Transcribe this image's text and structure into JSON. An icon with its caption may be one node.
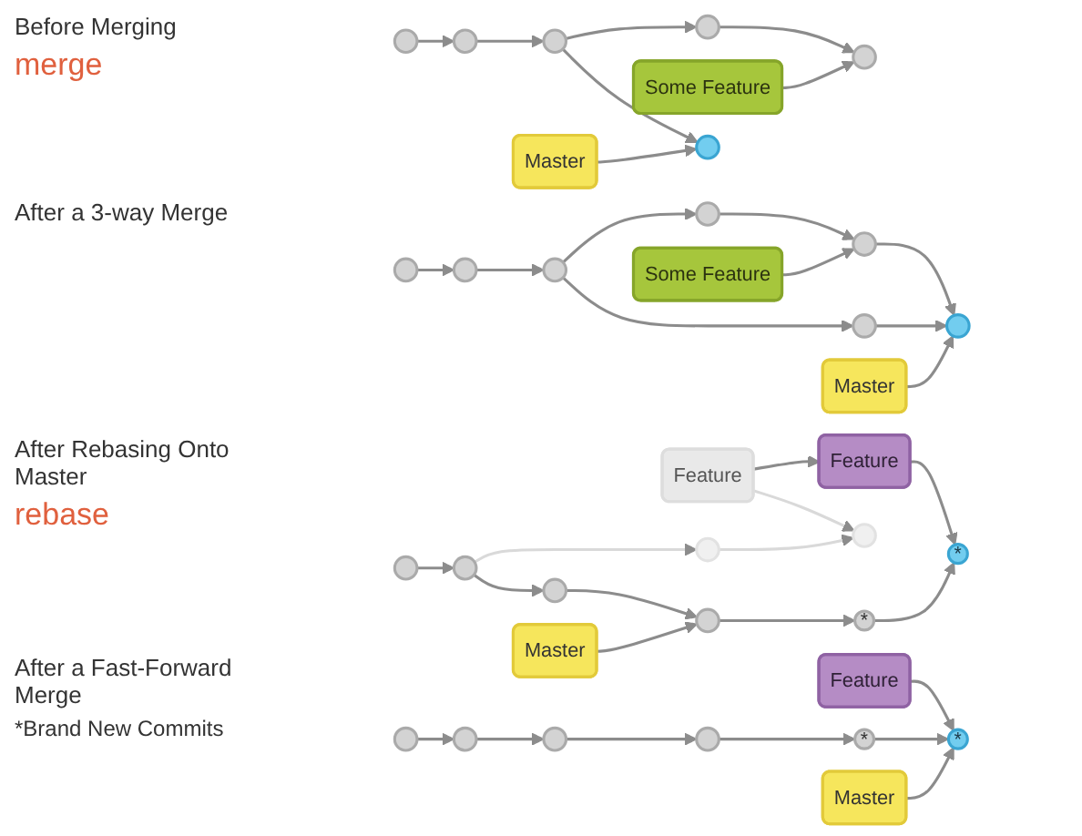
{
  "diagram": {
    "nodes": [
      {
        "text": [
          "Some Feature"
        ]
      },
      {
        "text": [],
        "shape": "circle"
      },
      {
        "text": [],
        "shape": "circle"
      },
      {
        "text": [],
        "shape": "circle"
      },
      {
        "text": [],
        "shape": "circle"
      },
      {
        "text": [],
        "shape": "circle"
      },
      {
        "text": [],
        "shape": "circle"
      },
      {
        "text": [
          "Master"
        ]
      },
      {
        "text": [
          "Some Feature"
        ]
      },
      {
        "text": [],
        "shape": "circle"
      },
      {
        "text": [],
        "shape": "circle"
      },
      {
        "text": [],
        "shape": "circle"
      },
      {
        "text": [],
        "shape": "circle"
      },
      {
        "text": [],
        "shape": "circle"
      },
      {
        "text": [],
        "shape": "circle"
      },
      {
        "text": [],
        "shape": "circle"
      },
      {
        "text": [
          "Master"
        ]
      },
      {
        "text": [
          "Feature"
        ]
      },
      {
        "text": [
          "Feature"
        ]
      },
      {
        "text": [],
        "shape": "circle"
      },
      {
        "text": [],
        "shape": "circle"
      },
      {
        "text": [
          "*"
        ]
      },
      {
        "text": [
          "*"
        ]
      },
      {
        "text": [],
        "shape": "circle"
      },
      {
        "text": [],
        "shape": "circle"
      },
      {
        "text": [],
        "shape": "circle"
      },
      {
        "text": [],
        "shape": "circle"
      },
      {
        "text": [
          "Master"
        ]
      },
      {
        "text": [
          "Feature"
        ]
      },
      {
        "text": [
          "*"
        ]
      },
      {
        "text": [
          "*"
        ]
      },
      {
        "text": [],
        "shape": "circle"
      },
      {
        "text": [],
        "shape": "circle"
      },
      {
        "text": [],
        "shape": "circle"
      },
      {
        "text": [],
        "shape": "circle"
      },
      {
        "text": [
          "Master"
        ]
      }
    ],
    "edges": [
      {
        "from": 3,
        "to": 4,
        "arrow": "to"
      },
      {
        "from": 4,
        "to": 5,
        "arrow": "to"
      },
      {
        "from": 5,
        "to": 1,
        "arrow": "to"
      },
      {
        "from": 1,
        "to": 2,
        "arrow": "to"
      },
      {
        "from": 5,
        "to": 6,
        "arrow": "to"
      },
      {
        "from": 0,
        "to": 2,
        "arrow": "to"
      },
      {
        "from": 7,
        "to": 6,
        "arrow": "to"
      },
      {
        "from": 11,
        "to": 12,
        "arrow": "to"
      },
      {
        "from": 12,
        "to": 13,
        "arrow": "to"
      },
      {
        "from": 13,
        "to": 14,
        "arrow": "to"
      },
      {
        "from": 13,
        "to": 9,
        "arrow": "to"
      },
      {
        "from": 9,
        "to": 10,
        "arrow": "to"
      },
      {
        "from": 10,
        "to": 15,
        "arrow": "to"
      },
      {
        "from": 14,
        "to": 15,
        "arrow": "to"
      },
      {
        "from": 8,
        "to": 10,
        "arrow": "to"
      },
      {
        "from": 16,
        "to": 15,
        "arrow": "to"
      },
      {
        "from": 17,
        "to": 18,
        "arrow": "to"
      },
      {
        "from": 17,
        "to": 20,
        "arrow": "to",
        "color": "#d9d9d9"
      },
      {
        "from": 18,
        "to": 22,
        "arrow": "to"
      },
      {
        "from": 23,
        "to": 24,
        "arrow": "to"
      },
      {
        "from": 24,
        "to": 25,
        "arrow": "to"
      },
      {
        "from": 25,
        "to": 26,
        "arrow": "to"
      },
      {
        "from": 24,
        "to": 19,
        "arrow": "to",
        "color": "#d9d9d9"
      },
      {
        "from": 19,
        "to": 20,
        "arrow": "to",
        "color": "#d9d9d9"
      },
      {
        "from": 26,
        "to": 21,
        "arrow": "to"
      },
      {
        "from": 21,
        "to": 22,
        "arrow": "to"
      },
      {
        "from": 27,
        "to": 26,
        "arrow": "to"
      },
      {
        "from": 28,
        "to": 30,
        "arrow": "to"
      },
      {
        "from": 31,
        "to": 32,
        "arrow": "to"
      },
      {
        "from": 32,
        "to": 33,
        "arrow": "to"
      },
      {
        "from": 33,
        "to": 34,
        "arrow": "to"
      },
      {
        "from": 34,
        "to": 29,
        "arrow": "to"
      },
      {
        "from": 29,
        "to": 30,
        "arrow": "to"
      },
      {
        "from": 35,
        "to": 30,
        "arrow": "to"
      }
    ],
    "labels": [
      "Before Merging",
      "merge",
      "After a 3-way Merge",
      "After Rebasing Onto Master",
      "rebase",
      "After a Fast-Forward Merge",
      "*Brand New Commits"
    ]
  }
}
